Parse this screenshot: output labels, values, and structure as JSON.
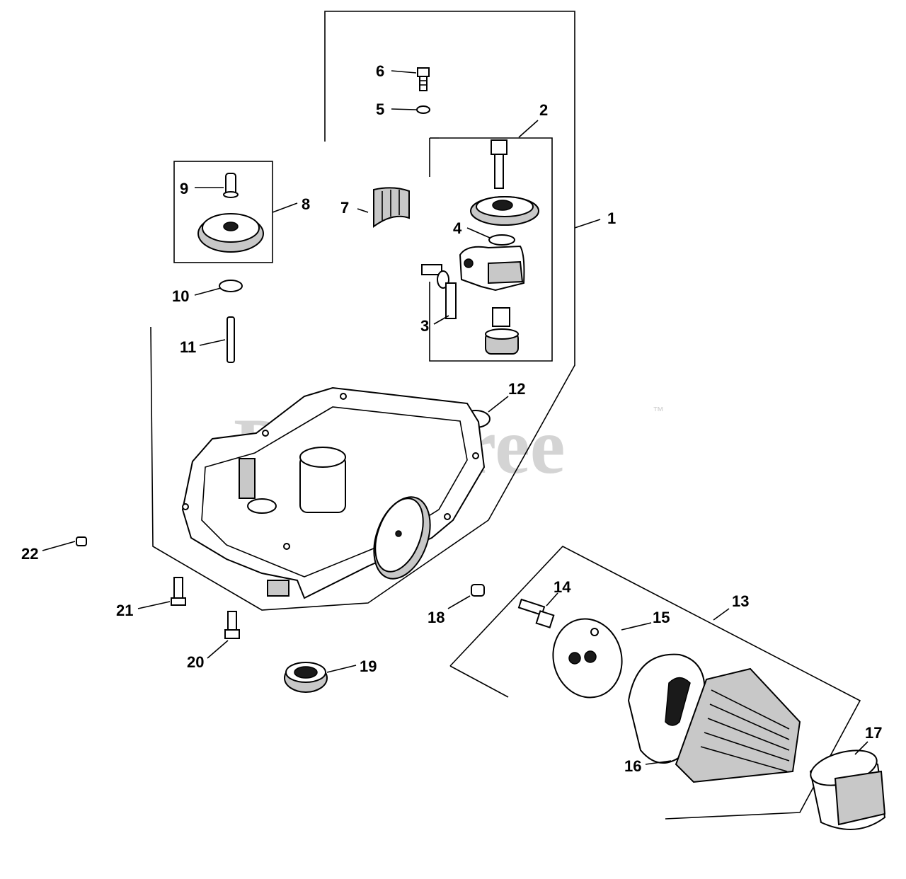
{
  "watermark": {
    "text": "PartsTree",
    "mark": "™"
  },
  "callouts": {
    "c1": "1",
    "c2": "2",
    "c3": "3",
    "c4": "4",
    "c5": "5",
    "c6": "6",
    "c7": "7",
    "c8": "8",
    "c9": "9",
    "c10": "10",
    "c11": "11",
    "c12": "12",
    "c13": "13",
    "c14": "14",
    "c15": "15",
    "c16": "16",
    "c17": "17",
    "c18": "18",
    "c19": "19",
    "c20": "20",
    "c21": "21",
    "c22": "22"
  }
}
